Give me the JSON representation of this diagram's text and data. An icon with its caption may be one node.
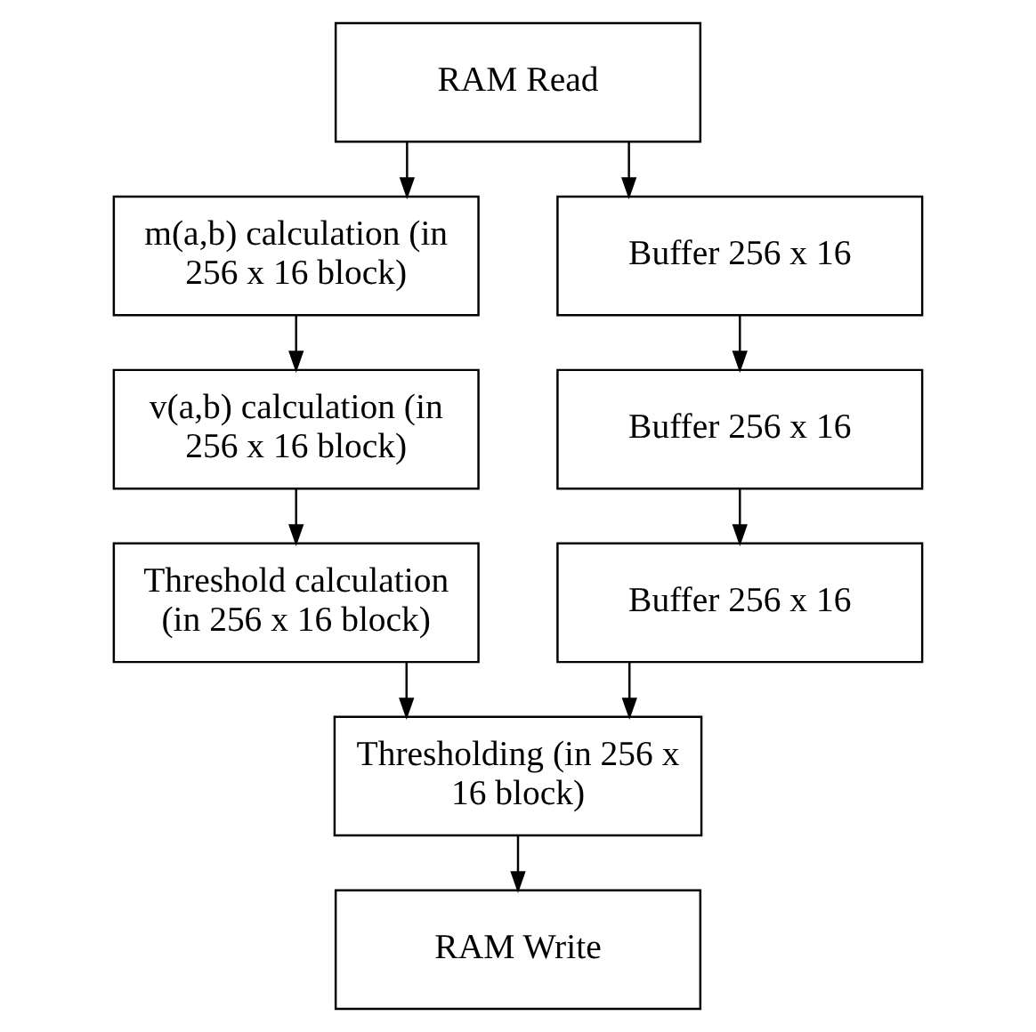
{
  "diagram": {
    "nodes": [
      {
        "text": [
          "RAM Read"
        ]
      },
      {
        "text": [
          "m(a,b) calculation (in 256 x 16 block)"
        ]
      },
      {
        "text": [
          "Buffer 256 x 16"
        ]
      },
      {
        "text": [
          "v(a,b) calculation (in 256 x 16 block)"
        ]
      },
      {
        "text": [
          "Buffer 256 x 16"
        ]
      },
      {
        "text": [
          "Threshold calculation (in 256 x 16 block)"
        ]
      },
      {
        "text": [
          "Buffer 256 x 16"
        ]
      },
      {
        "text": [
          "Thresholding (in 256 x 16 block)"
        ]
      },
      {
        "text": [
          "RAM Write"
        ]
      }
    ],
    "edges": [
      {
        "from": 0,
        "to": 1,
        "arrow": "to"
      },
      {
        "from": 0,
        "to": 2,
        "arrow": "to"
      },
      {
        "from": 1,
        "to": 3,
        "arrow": "to"
      },
      {
        "from": 2,
        "to": 4,
        "arrow": "to"
      },
      {
        "from": 3,
        "to": 5,
        "arrow": "to"
      },
      {
        "from": 4,
        "to": 6,
        "arrow": "to"
      },
      {
        "from": 5,
        "to": 7,
        "arrow": "to"
      },
      {
        "from": 6,
        "to": 7,
        "arrow": "to"
      },
      {
        "from": 7,
        "to": 8,
        "arrow": "to"
      }
    ]
  }
}
